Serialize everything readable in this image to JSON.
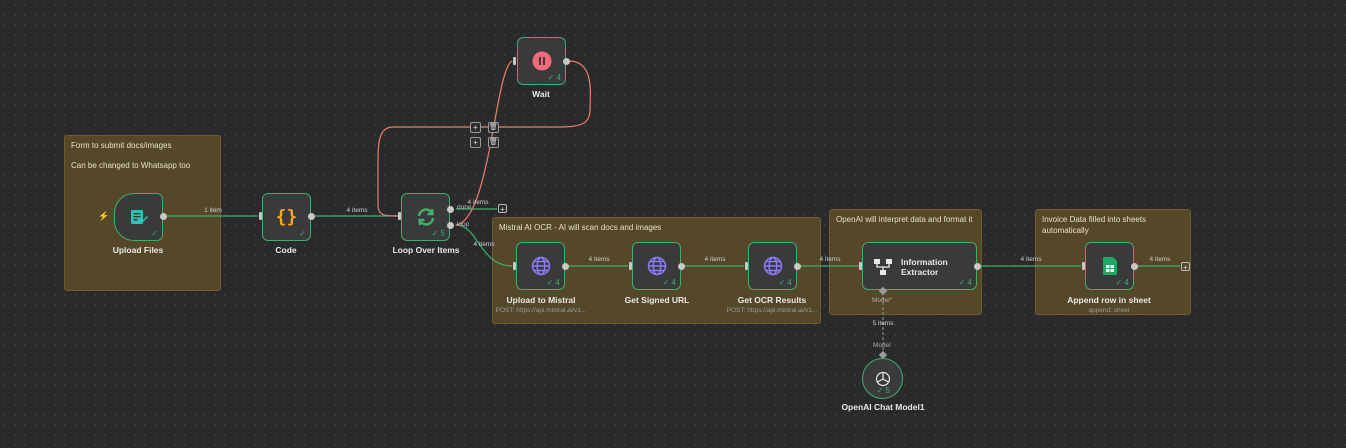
{
  "stickies": {
    "form": {
      "line1": "Form to submit docs/images",
      "line2": "Can be changed to Whatsapp too"
    },
    "ocr": {
      "text": "Mistral AI OCR - AI will scan docs and images"
    },
    "openai": {
      "text": "OpenAI will interpret data and format it"
    },
    "invoice": {
      "text": "Invoice Data filled into sheets automatically"
    }
  },
  "nodes": {
    "upload_files": {
      "label": "Upload Files"
    },
    "code": {
      "label": "Code"
    },
    "loop": {
      "label": "Loop Over Items",
      "count": "5",
      "out_done": "done",
      "out_loop": "loop"
    },
    "wait": {
      "label": "Wait",
      "count": "4"
    },
    "upload_mistral": {
      "label": "Upload to Mistral",
      "sub": "POST: https://api.mistral.ai/v1...",
      "count": "4"
    },
    "signed_url": {
      "label": "Get Signed URL",
      "count": "4"
    },
    "ocr_results": {
      "label": "Get OCR Results",
      "sub": "POST: https://api.mistral.ai/v1...",
      "count": "4"
    },
    "info_extractor": {
      "label_line1": "Information",
      "label_line2": "Extractor",
      "count": "4",
      "model_port": "Model",
      "required_mark": "*"
    },
    "append_row": {
      "label": "Append row in sheet",
      "sub": "append: sheet",
      "count": "4"
    },
    "openai_chat": {
      "label": "OpenAI Chat Model1",
      "count": "5",
      "model_port": "Model"
    }
  },
  "edges": {
    "e1": "1 item",
    "e2": "4 items",
    "e_done": "4 items",
    "e_loop": "4 items",
    "e4": "4 items",
    "e5": "4 items",
    "e6": "4 items",
    "e7": "4 items",
    "e8": "4 items",
    "e_model": "5 items"
  },
  "icons": {
    "check": "✓",
    "plus": "+",
    "trash": "🗑"
  },
  "colors": {
    "accent_green": "#3fae6a",
    "wire_orange": "#e8806a",
    "sticky_bg": "#55482a"
  }
}
